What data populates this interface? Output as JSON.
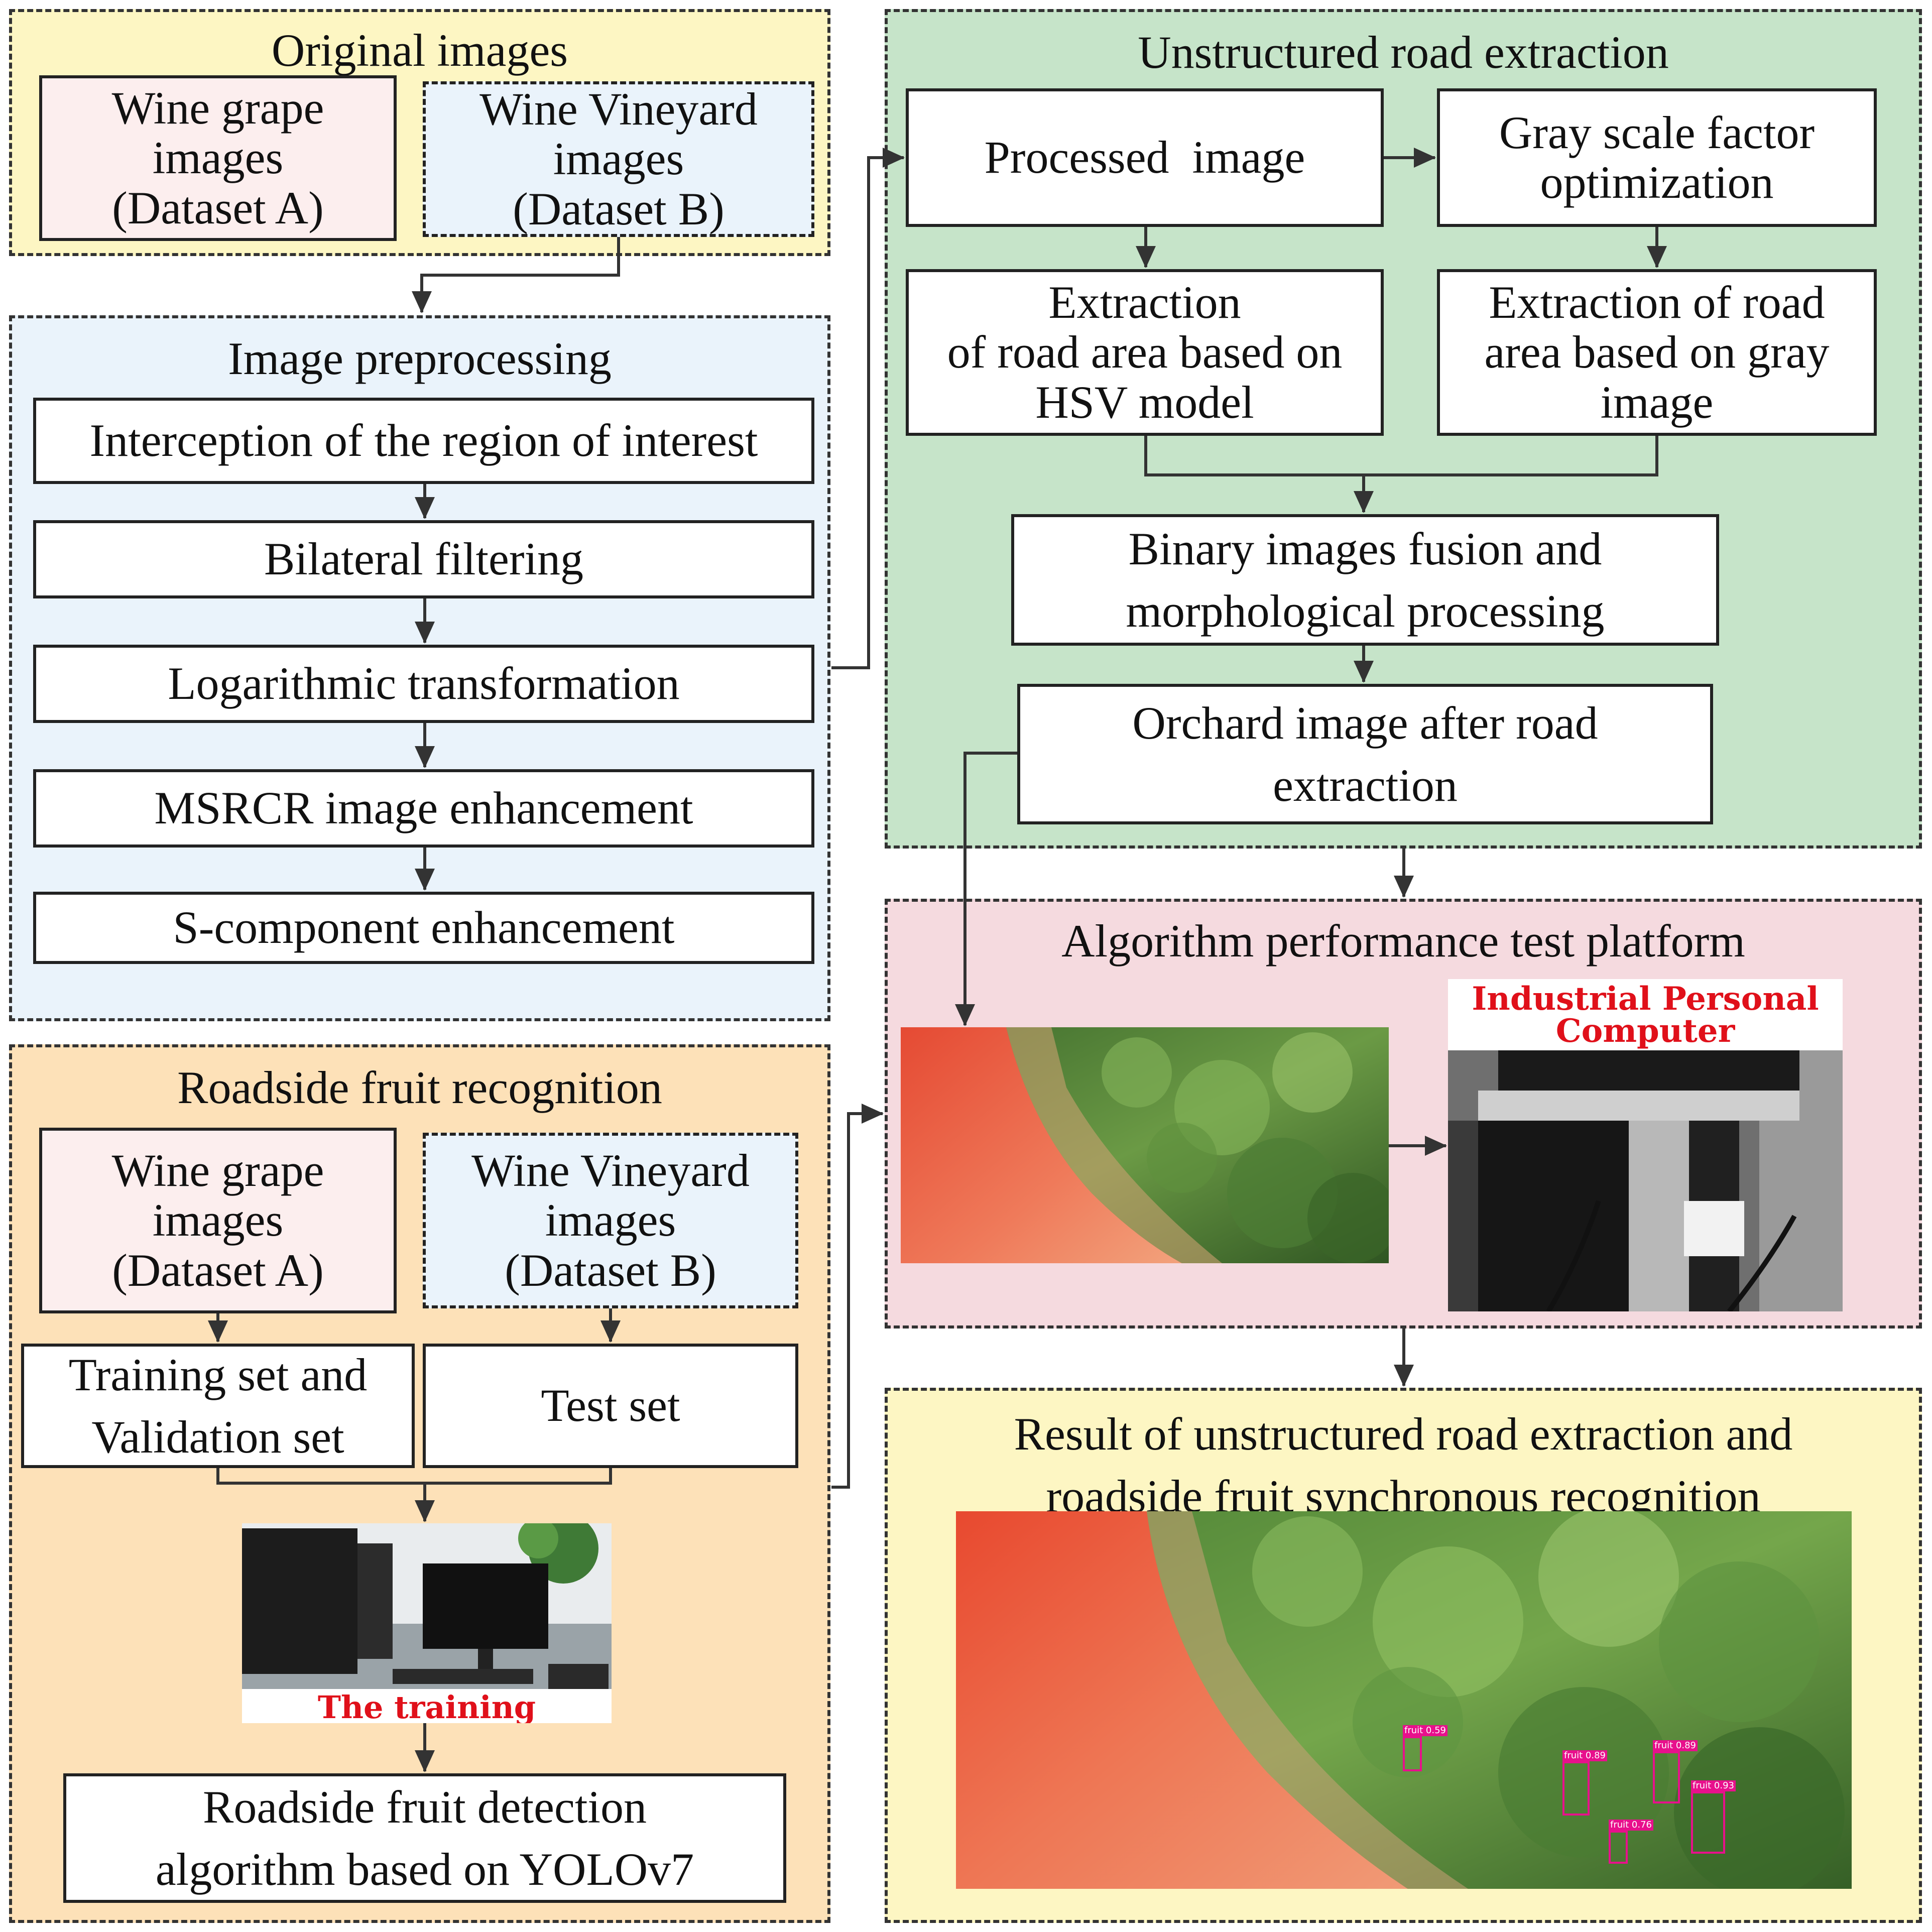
{
  "original": {
    "title": "Original images",
    "dataset_a": "Wine grape\nimages\n(Dataset A)",
    "dataset_b": "Wine Vineyard\nimages\n(Dataset B)"
  },
  "preprocessing": {
    "title": "Image preprocessing",
    "steps": [
      "Interception of the region of interest",
      "Bilateral filtering",
      "Logarithmic transformation",
      "MSRCR image enhancement",
      "S-component enhancement"
    ]
  },
  "road_extraction": {
    "title": "Unstructured road extraction",
    "processed": "Processed  image",
    "gray_factor": "Gray scale factor\noptimization",
    "hsv": "Extraction\nof road area based on\nHSV model",
    "gray_area": "Extraction of road\narea based on gray\nimage",
    "fusion": "Binary images fusion and\nmorphological processing",
    "orchard": "Orchard image after road\nextraction"
  },
  "platform": {
    "title": "Algorithm performance test platform",
    "ipc_label": "Industrial Personal\nComputer"
  },
  "recognition": {
    "title": "Roadside fruit recognition",
    "dataset_a": "Wine grape\nimages\n(Dataset A)",
    "dataset_b": "Wine Vineyard\nimages\n(Dataset B)",
    "train_val": "Training set and\nValidation set",
    "test": "Test set",
    "training_platform": "The training platform",
    "detection": "Roadside fruit detection\nalgorithm based on YOLOv7"
  },
  "result": {
    "title": "Result of unstructured road extraction and\nroadside fruit synchronous recognition",
    "detections": [
      "fruit 0.59",
      "fruit 0.89",
      "fruit 0.89",
      "fruit 0.93",
      "fruit 0.76"
    ]
  },
  "colors": {
    "yellow_bg": "#fdf6c3",
    "blue_bg": "#eaf3fb",
    "green_bg": "#c6e4c9",
    "pink_bg": "#f5dadf",
    "orange_bg": "#fde1b8",
    "dataset_a_bg": "#fceeee",
    "dataset_b_bg": "#eaf3fb"
  }
}
